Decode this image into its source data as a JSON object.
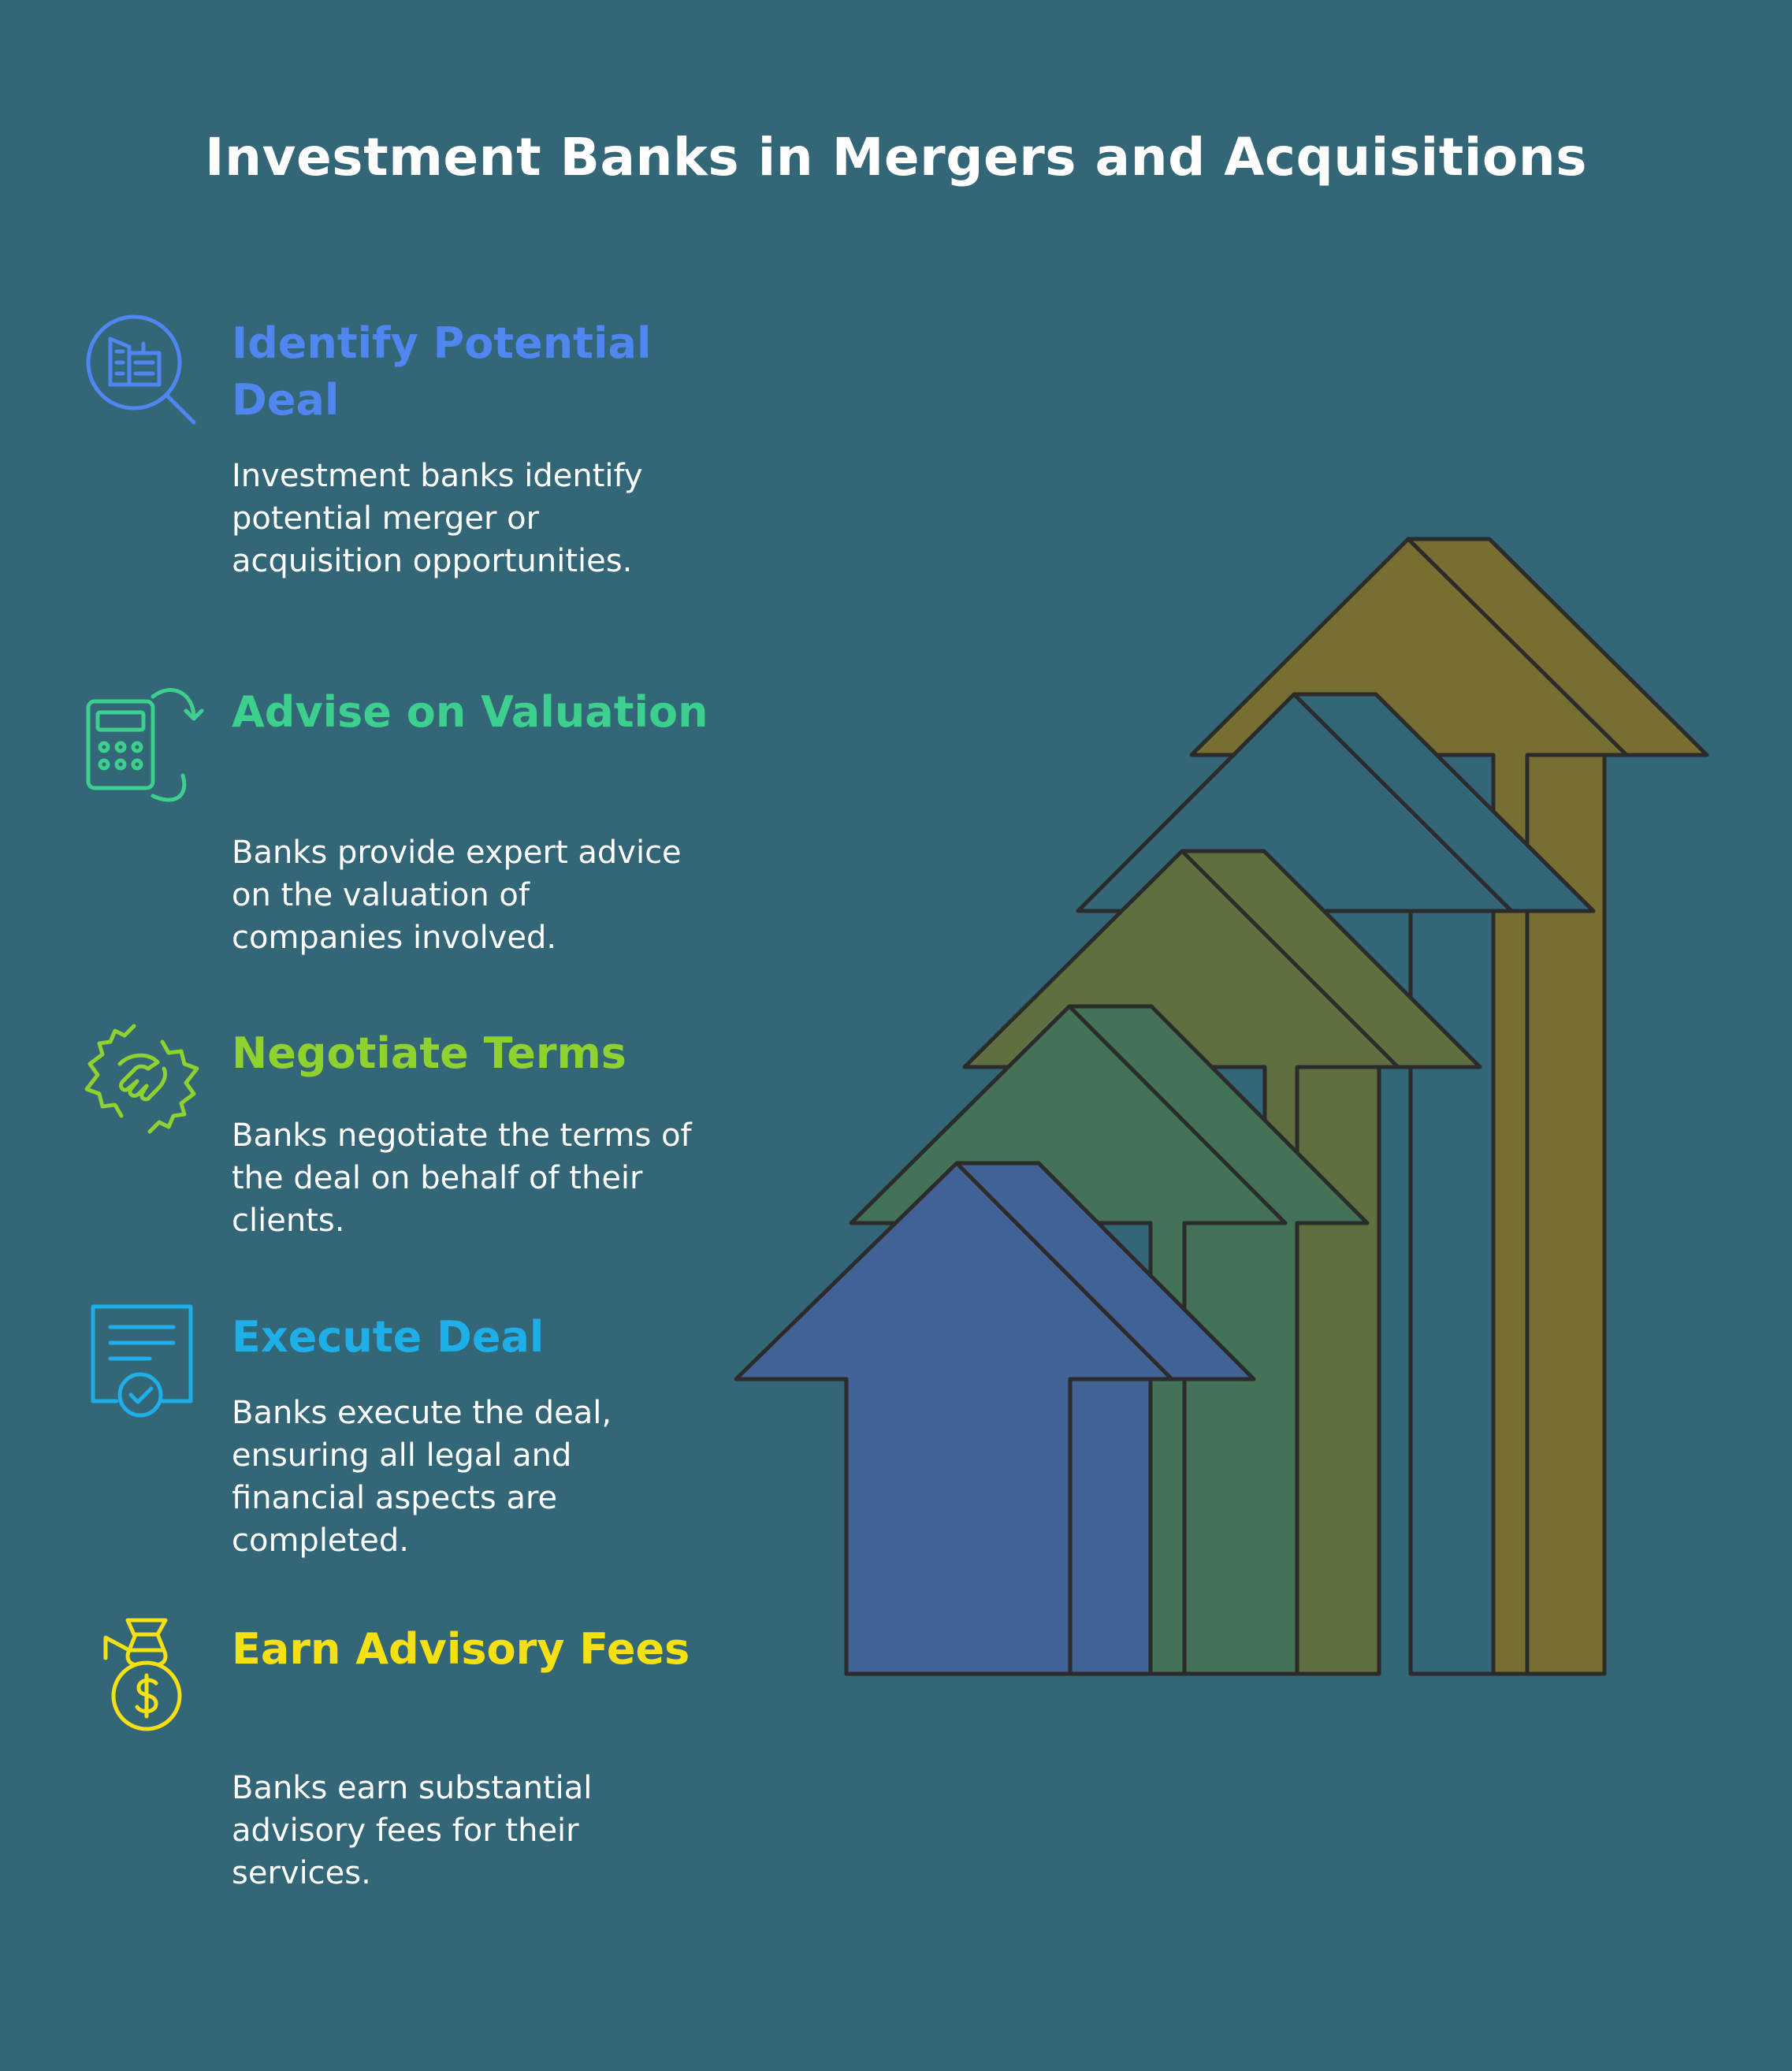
{
  "title": "Investment Banks in Mergers and Acquisitions",
  "colors": {
    "background": "#336677",
    "identify": "#4f86f0",
    "advise": "#3ccf8e",
    "negotiate": "#8fd12e",
    "execute": "#1eaee8",
    "earn": "#f5e014",
    "arrow_blue": "#426296",
    "arrow_green": "#437257",
    "arrow_olive": "#606f3f",
    "arrow_khaki": "#776e31",
    "outline": "#2b2b2b"
  },
  "steps": [
    {
      "title": "Identify Potential Deal",
      "text": "Investment banks identify potential merger or acquisition opportunities.",
      "icon": "building-search-icon"
    },
    {
      "title": "Advise on Valuation",
      "text": "Banks provide expert advice on the valuation of companies involved.",
      "icon": "calculator-icon"
    },
    {
      "title": "Negotiate Terms",
      "text": "Banks negotiate the terms of the deal on behalf of their clients.",
      "icon": "handshake-icon"
    },
    {
      "title": "Execute Deal",
      "text": "Banks execute the deal, ensuring all legal and financial aspects are completed.",
      "icon": "certificate-icon"
    },
    {
      "title": "Earn Advisory Fees",
      "text": "Banks earn substantial advisory fees for their services.",
      "icon": "money-bag-icon"
    }
  ]
}
